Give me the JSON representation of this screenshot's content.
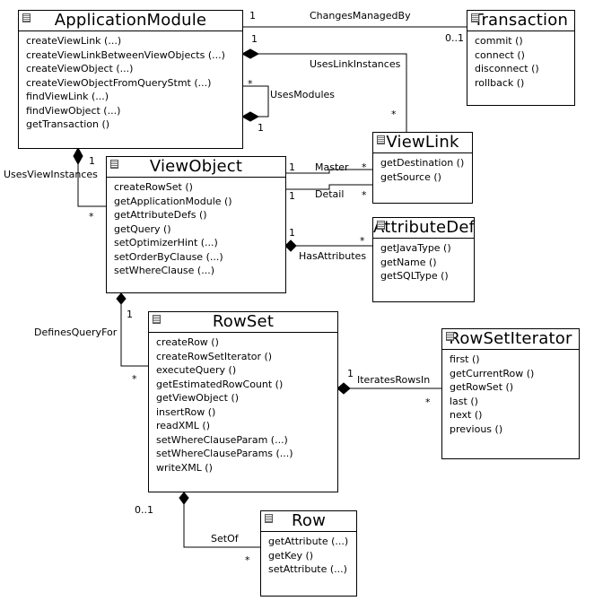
{
  "classes": {
    "application_module": {
      "name": "ApplicationModule",
      "methods": [
        "createViewLink (...)",
        "createViewLinkBetweenViewObjects (...)",
        "createViewObject (...)",
        "createViewObjectFromQueryStmt (...)",
        "findViewLink (...)",
        "findViewObject (...)",
        "getTransaction ()"
      ]
    },
    "transaction": {
      "name": "Transaction",
      "methods": [
        "commit ()",
        "connect ()",
        "disconnect ()",
        "rollback ()"
      ]
    },
    "view_link": {
      "name": "ViewLink",
      "methods": [
        "getDestination ()",
        "getSource ()"
      ]
    },
    "view_object": {
      "name": "ViewObject",
      "methods": [
        "createRowSet ()",
        "getApplicationModule ()",
        "getAttributeDefs ()",
        "getQuery ()",
        "setOptimizerHint (...)",
        "setOrderByClause (...)",
        "setWhereClause (...)"
      ]
    },
    "attribute_def": {
      "name": "AttributeDef",
      "methods": [
        "getJavaType ()",
        "getName ()",
        "getSQLType ()"
      ]
    },
    "row_set": {
      "name": "RowSet",
      "methods": [
        "createRow ()",
        "createRowSetIterator ()",
        "executeQuery ()",
        "getEstimatedRowCount ()",
        "getViewObject ()",
        "insertRow ()",
        "readXML ()",
        "setWhereClauseParam (...)",
        "setWhereClauseParams (...)",
        "writeXML ()"
      ]
    },
    "row_set_iterator": {
      "name": "RowSetIterator",
      "methods": [
        "first ()",
        "getCurrentRow ()",
        "getRowSet ()",
        "last ()",
        "next ()",
        "previous ()"
      ]
    },
    "row": {
      "name": "Row",
      "methods": [
        "getAttribute (...)",
        "getKey ()",
        "setAttribute (...)"
      ]
    }
  },
  "associations": {
    "changes_managed_by": {
      "name": "ChangesManagedBy",
      "mult_source": "1",
      "mult_target": "0..1"
    },
    "uses_link_instances": {
      "name": "UsesLinkInstances",
      "mult_source": "1",
      "mult_target": "*"
    },
    "uses_modules": {
      "name": "UsesModules",
      "mult_source": "1",
      "mult_target": "*"
    },
    "uses_view_instances": {
      "name": "UsesViewInstances",
      "mult_source": "1",
      "mult_target": "*"
    },
    "master": {
      "name": "Master",
      "mult_source": "1",
      "mult_target": "*"
    },
    "detail": {
      "name": "Detail",
      "mult_source": "1",
      "mult_target": "*"
    },
    "has_attributes": {
      "name": "HasAttributes",
      "mult_source": "1",
      "mult_target": "*"
    },
    "defines_query_for": {
      "name": "DefinesQueryFor",
      "mult_source": "1",
      "mult_target": "*"
    },
    "iterates_rows_in": {
      "name": "IteratesRowsIn",
      "mult_source": "1",
      "mult_target": "*"
    },
    "set_of": {
      "name": "SetOf",
      "mult_source": "0..1",
      "mult_target": "*"
    }
  }
}
